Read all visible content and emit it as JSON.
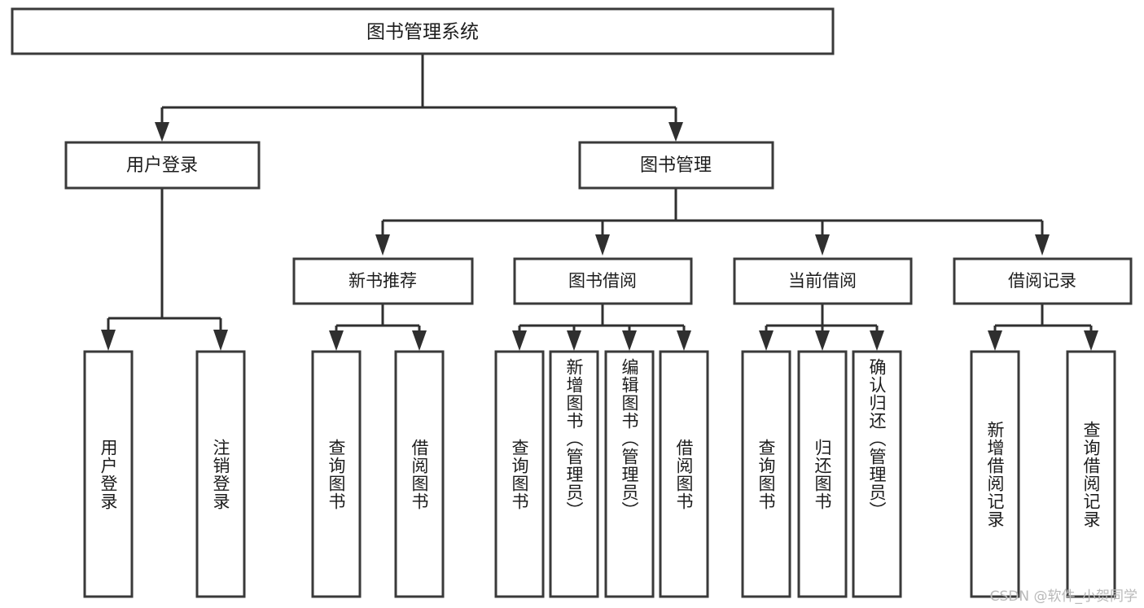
{
  "diagram": {
    "type": "tree",
    "title": "图书管理系统",
    "background_color": "#ffffff",
    "box_stroke_color": "#3a3a3a",
    "connector_color": "#2f2f2f",
    "text_color": "#1c1c1c",
    "root": {
      "label": "图书管理系统"
    },
    "level1": [
      {
        "label": "用户登录"
      },
      {
        "label": "图书管理"
      }
    ],
    "level2": [
      {
        "label": "新书推荐"
      },
      {
        "label": "图书借阅"
      },
      {
        "label": "当前借阅"
      },
      {
        "label": "借阅记录"
      }
    ],
    "leaves": {
      "user_login": [
        {
          "label": "用户登录"
        },
        {
          "label": "注销登录"
        }
      ],
      "new_book_recommend": [
        {
          "label": "查询图书"
        },
        {
          "label": "借阅图书"
        }
      ],
      "book_borrow": [
        {
          "label": "查询图书"
        },
        {
          "label": "新增图书（管理员）"
        },
        {
          "label": "编辑图书（管理员）"
        },
        {
          "label": "借阅图书"
        }
      ],
      "current_borrow": [
        {
          "label": "查询图书"
        },
        {
          "label": "归还图书"
        },
        {
          "label": "确认归还（管理员）"
        }
      ],
      "borrow_record": [
        {
          "label": "新增借阅记录"
        },
        {
          "label": "查询借阅记录"
        }
      ]
    }
  },
  "watermark": {
    "text": "CSDN @软件_小贺同学"
  }
}
